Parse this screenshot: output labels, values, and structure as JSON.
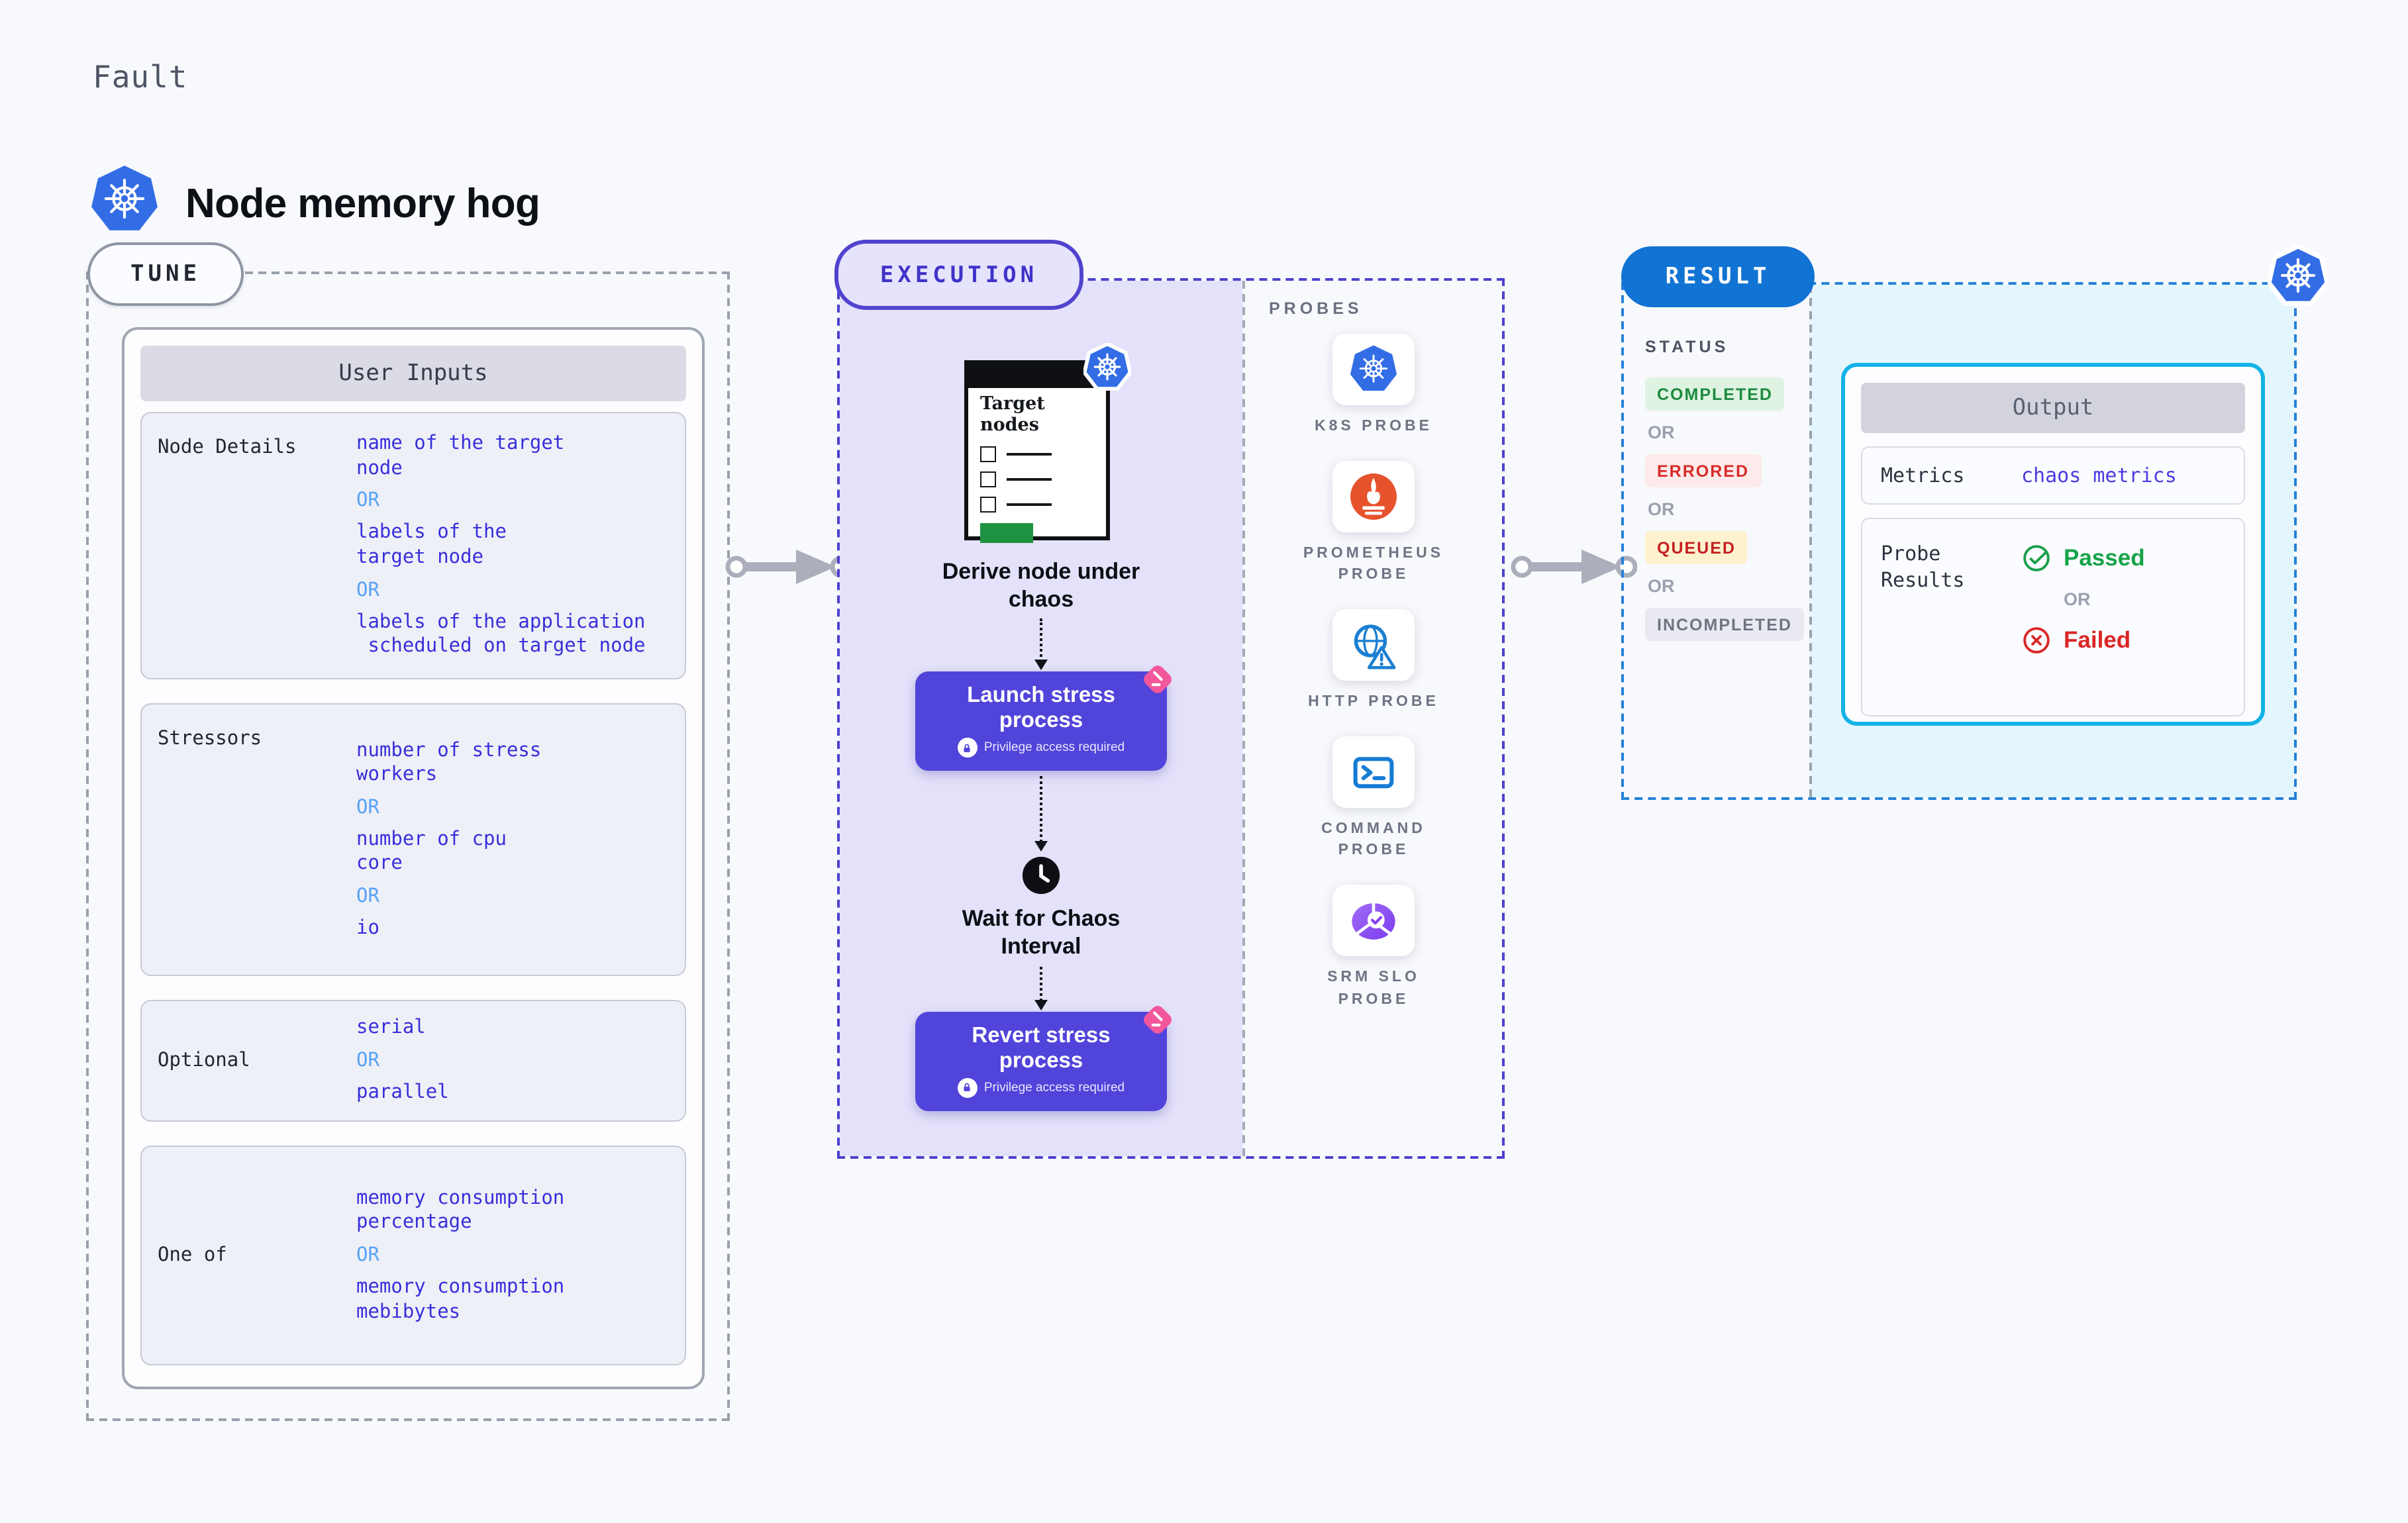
{
  "header": {
    "kicker": "Fault",
    "title": "Node memory hog",
    "logo": "kubernetes-icon"
  },
  "tune": {
    "badge": "TUNE",
    "card_title": "User Inputs",
    "or_label": "OR",
    "rows": [
      {
        "label": "Node Details",
        "values": [
          "name of the target\nnode",
          "labels of the\ntarget node",
          "labels of the application\n scheduled on target node"
        ]
      },
      {
        "label": "Stressors",
        "values": [
          "number of stress\nworkers",
          "number of cpu\ncore",
          "io"
        ]
      },
      {
        "label": "Optional",
        "values": [
          "serial",
          "parallel"
        ]
      },
      {
        "label": "One of",
        "values": [
          "memory consumption\npercentage",
          "memory consumption\nmebibytes"
        ]
      }
    ]
  },
  "execution": {
    "badge": "EXECUTION",
    "target_window_title": "Target nodes",
    "derive_label": "Derive node under chaos",
    "launch_label": "Launch stress process",
    "wait_label": "Wait for Chaos Interval",
    "revert_label": "Revert stress process",
    "privilege_label": "Privilege access required"
  },
  "probes": {
    "title": "PROBES",
    "items": [
      {
        "label": "K8S PROBE",
        "icon": "kubernetes-icon"
      },
      {
        "label": "PROMETHEUS PROBE",
        "icon": "prometheus-icon"
      },
      {
        "label": "HTTP PROBE",
        "icon": "globe-warning-icon"
      },
      {
        "label": "COMMAND PROBE",
        "icon": "terminal-icon"
      },
      {
        "label": "SRM SLO PROBE",
        "icon": "slo-check-icon"
      }
    ]
  },
  "result": {
    "badge": "RESULT",
    "status": {
      "title": "STATUS",
      "or_label": "OR",
      "badges": [
        "COMPLETED",
        "ERRORED",
        "QUEUED",
        "INCOMPLETED"
      ]
    },
    "output": {
      "title": "Output",
      "metrics_label": "Metrics",
      "metrics_value": "chaos metrics",
      "probe_results_label": "Probe Results",
      "passed_label": "Passed",
      "or_label": "OR",
      "failed_label": "Failed"
    }
  },
  "colors": {
    "accent_indigo": "#5144da",
    "execution_dash": "#4d41cf",
    "execution_fill": "#e4e2fa",
    "result_blue": "#1173d3",
    "output_cyan_border": "#13b2e7",
    "output_cyan_fill": "#e4f6fd",
    "value_blue": "#382fdb",
    "or_blue": "#58a1f7",
    "passed_green": "#16a34a",
    "failed_red": "#da2626",
    "kubernetes_blue": "#336de5",
    "prometheus_orange": "#e6522c",
    "litmus_pink": "#f2579c",
    "queued_bg": "#fdf2cd",
    "completed_bg": "#def3e1",
    "errored_bg": "#fcebea"
  }
}
